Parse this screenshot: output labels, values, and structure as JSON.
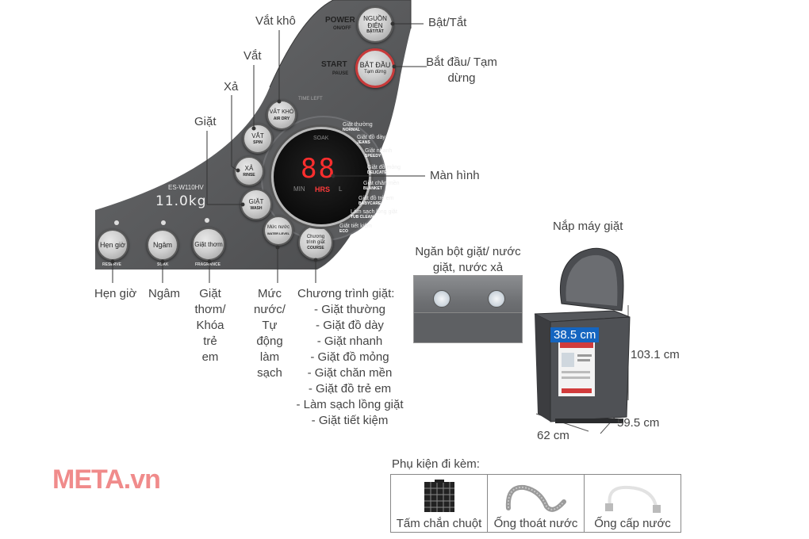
{
  "panel": {
    "model": "ES-W110HV",
    "capacity": "11.0kg",
    "power": {
      "vn": "NGUỒN ĐIỆN",
      "vn_sub": "BẬT/TẮT",
      "en": "POWER",
      "en_sub": "ON/OFF"
    },
    "start": {
      "vn": "BẮT ĐẦU",
      "vn_sub": "Tạm dừng",
      "en": "START",
      "en_sub": "PAUSE"
    },
    "buttons": {
      "air_dry": {
        "vn": "VẮT KHÔ",
        "en": "AIR DRY"
      },
      "spin": {
        "vn": "VẮT",
        "en": "SPIN"
      },
      "rinse": {
        "vn": "XẢ",
        "en": "RINSE"
      },
      "wash": {
        "vn": "GIẶT",
        "en": "WASH"
      },
      "water_level": {
        "vn": "Mức nước",
        "en": "WATER LEVEL"
      },
      "course": {
        "vn": "Chương trình giặt",
        "en": "COURSE"
      },
      "timer": {
        "vn": "Hẹn giờ",
        "en": "RESERVE"
      },
      "soak": {
        "vn": "Ngâm",
        "en": "SOAK"
      },
      "fragrance": {
        "vn": "Giặt thơm",
        "en": "FRAGRANCE"
      }
    },
    "display": {
      "digits": "88",
      "soak": "SOAK",
      "min": "MIN",
      "hrs": "HRS",
      "l": "L",
      "time_left": "TIME LEFT"
    },
    "courses": [
      {
        "vn": "Giặt thường",
        "en": "NORMAL"
      },
      {
        "vn": "Giặt đồ dày",
        "en": "JEANS"
      },
      {
        "vn": "Giặt nhanh",
        "en": "SPEEDY"
      },
      {
        "vn": "Giặt đồ mỏng",
        "en": "DELICATE"
      },
      {
        "vn": "Giặt chăn mền",
        "en": "BLANKET"
      },
      {
        "vn": "Giặt đồ trẻ em",
        "en": "BABYCARE"
      },
      {
        "vn": "Làm sạch lồng giặt",
        "en": "TUB CLEAN"
      },
      {
        "vn": "Giặt tiết kiệm",
        "en": "ECO"
      }
    ]
  },
  "callouts": {
    "air_dry": "Vắt khô",
    "spin": "Vắt",
    "rinse": "Xả",
    "wash": "Giặt",
    "power": "Bật/Tắt",
    "start": "Bắt đầu/ Tạm dừng",
    "display": "Màn hình",
    "timer": "Hẹn giờ",
    "soak": "Ngâm",
    "fragrance": "Giặt thơm/ Khóa trẻ em",
    "water": "Mức nước/ Tự động làm sạch",
    "course_title": "Chương trình giặt:",
    "course_list": [
      "- Giặt thường",
      "- Giặt đồ dày",
      "- Giặt nhanh",
      "- Giặt đồ mỏng",
      "- Giặt chăn mền",
      "- Giặt đồ trẻ em",
      "- Làm sạch lồng giặt",
      "- Giặt tiết kiệm"
    ]
  },
  "product": {
    "drawer_label": "Ngăn bột giặt/ nước giặt, nước xả",
    "lid_label": "Nắp máy giặt",
    "depth": "38.5 cm",
    "height": "103.1 cm",
    "width": "62 cm",
    "side": "59.5 cm"
  },
  "logo": "META.vn",
  "accessories": {
    "title": "Phụ kiện đi kèm:",
    "items": [
      "Tấm chắn chuột",
      "Ống thoát nước",
      "Ống cấp nước"
    ]
  }
}
